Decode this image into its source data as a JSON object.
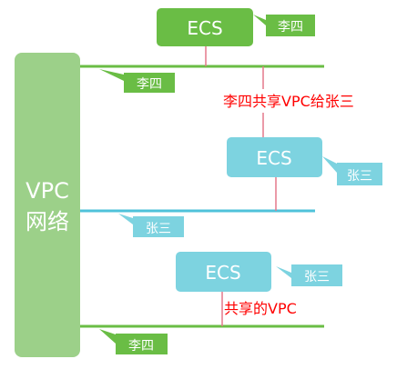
{
  "vpc": {
    "line1": "VPC",
    "line2": "网络"
  },
  "ecs_top": {
    "label": "ECS",
    "owner": "李四"
  },
  "ecs_middle": {
    "label": "ECS",
    "owner": "张三"
  },
  "ecs_bottom": {
    "label": "ECS",
    "owner": "张三"
  },
  "subnets": [
    {
      "owner": "李四"
    },
    {
      "owner": "张三"
    },
    {
      "owner": "李四"
    }
  ],
  "annotations": {
    "share_note": "李四共享VPC给张三",
    "shared_vpc": "共享的VPC"
  },
  "colors": {
    "vpc_fill": "#9cd089",
    "green": "#6abd45",
    "cyan": "#7dd3e0",
    "cyan_line": "#4fc2da",
    "red": "#ff0000",
    "connector": "#e4788a"
  }
}
